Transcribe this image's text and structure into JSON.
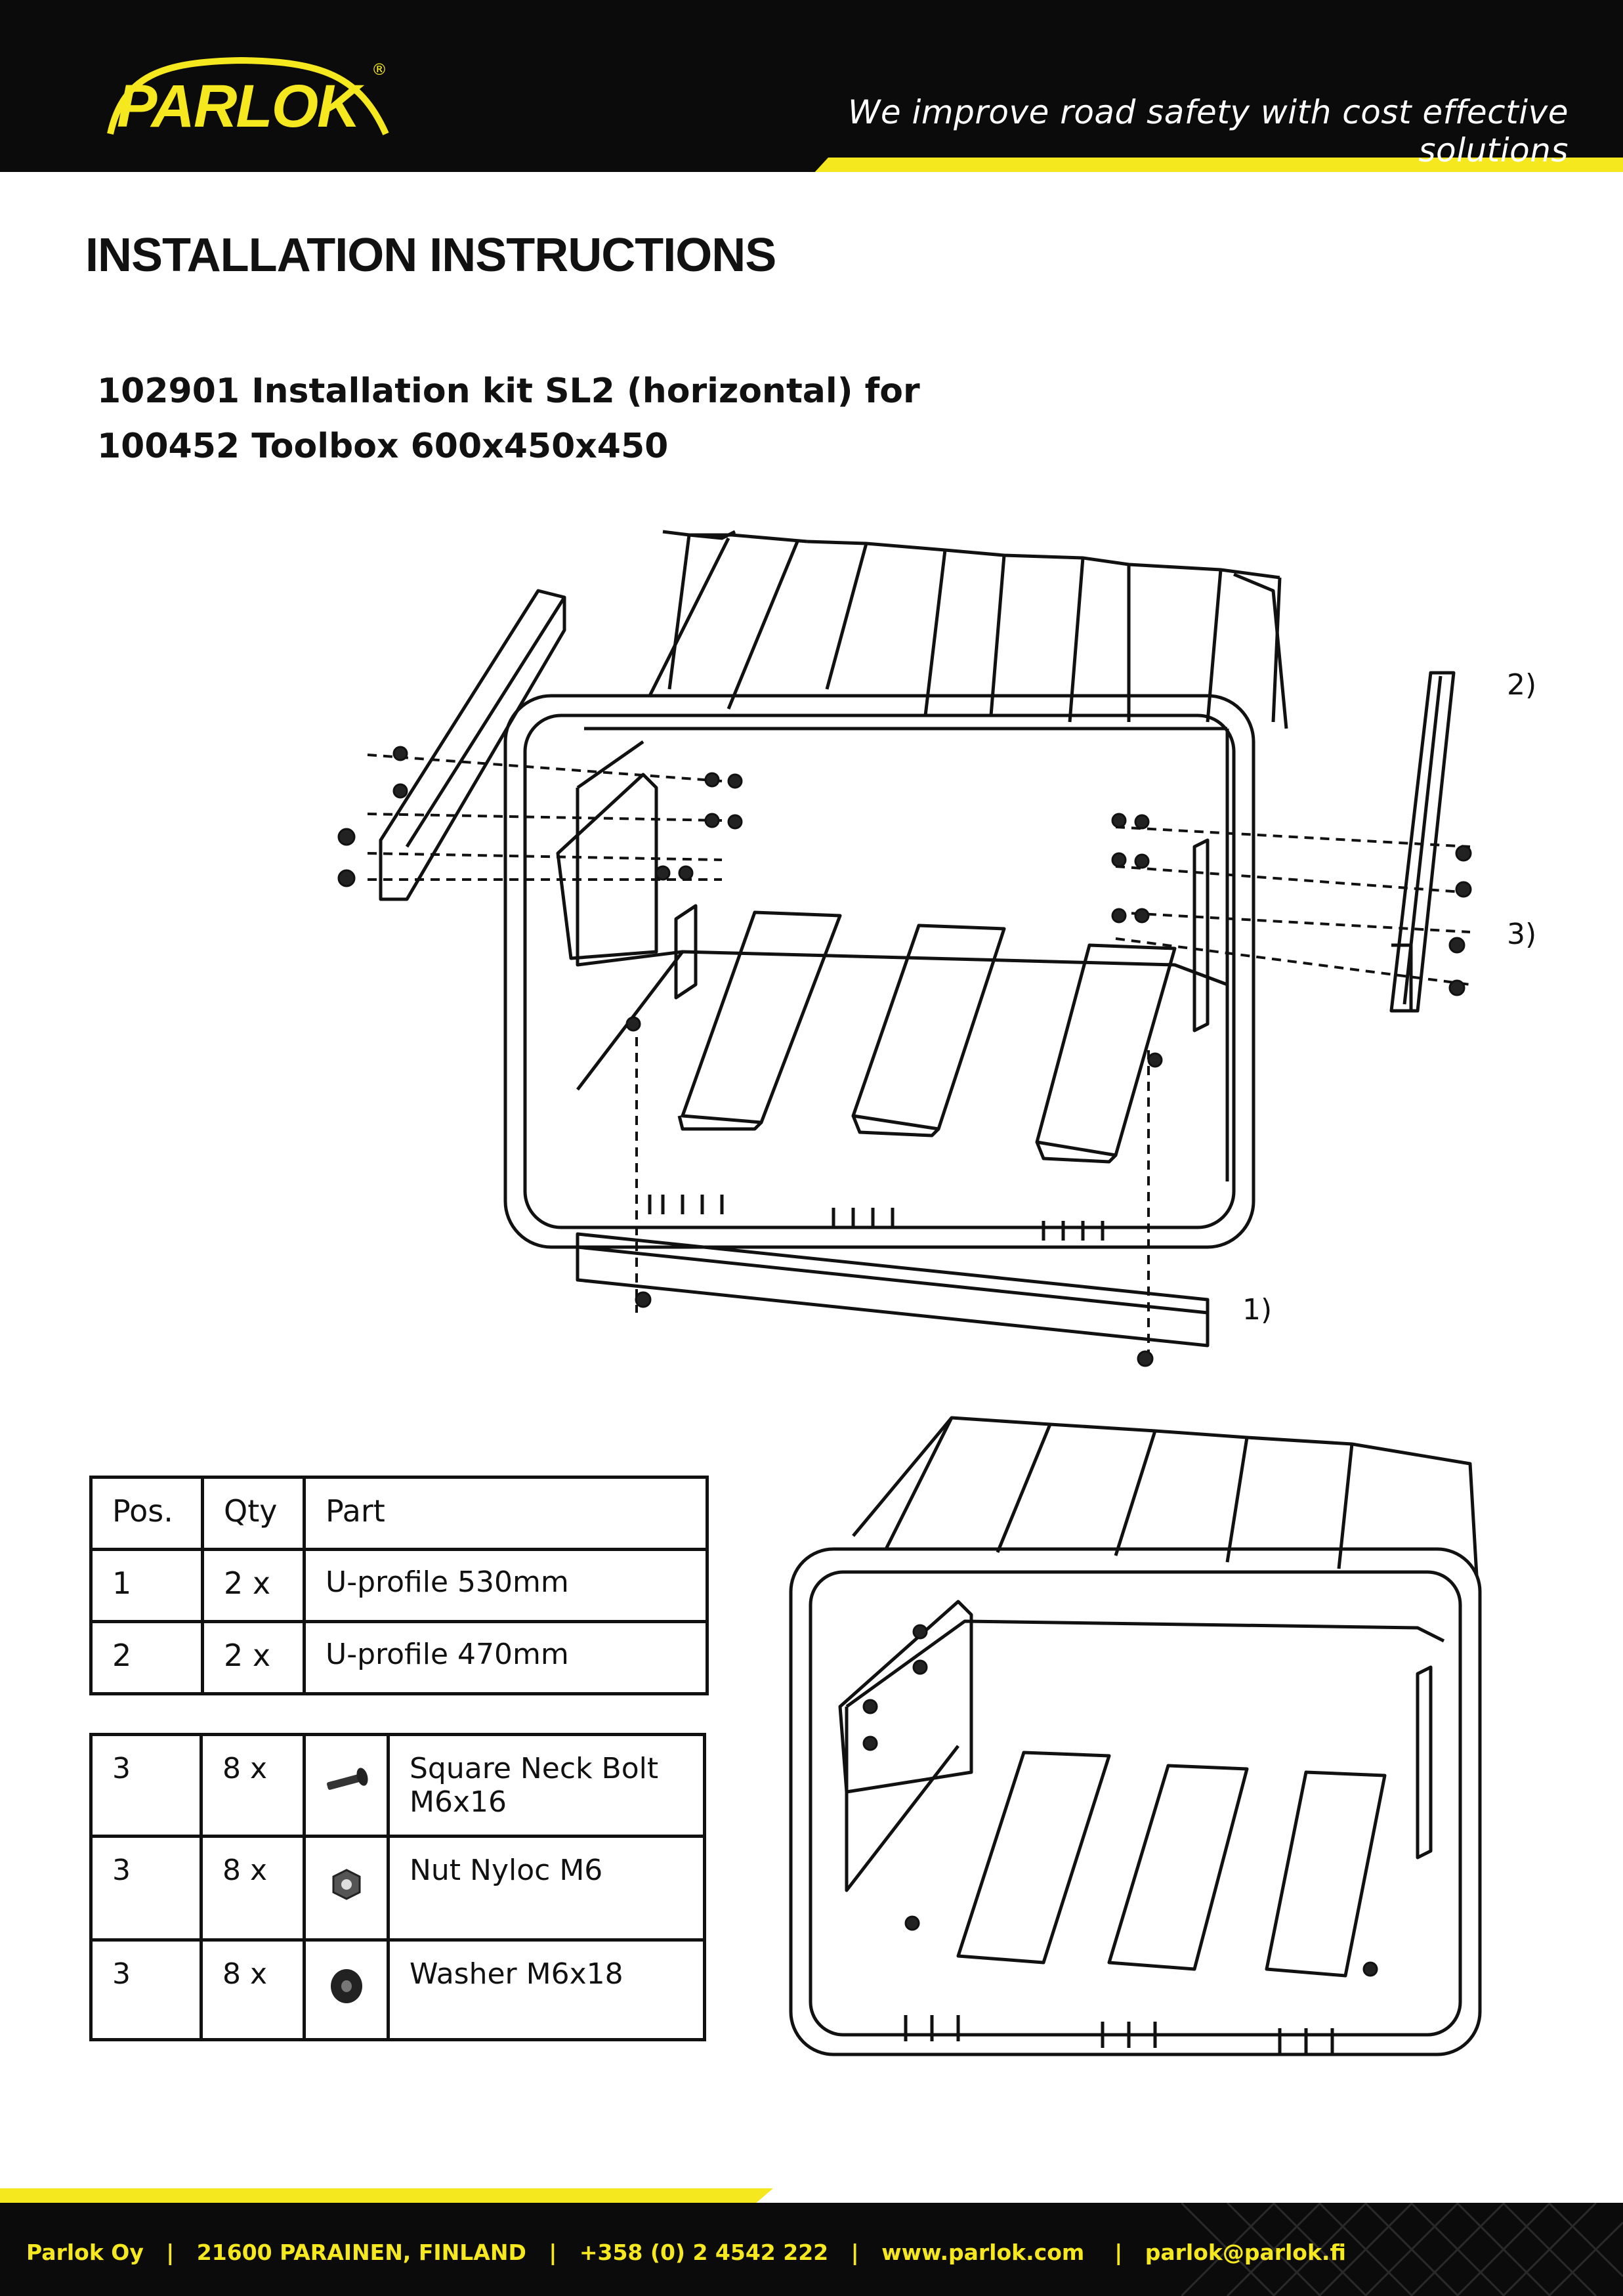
{
  "brand": {
    "logo_text": "PARLOK",
    "registered_mark": "®",
    "slogan": "We improve road safety with cost effective solutions"
  },
  "colors": {
    "brand_yellow": "#f6e81e",
    "header_black": "#0b0b0b"
  },
  "document": {
    "title": "INSTALLATION INSTRUCTIONS",
    "subtitle_line1": "102901 Installation kit SL2 (horizontal) for",
    "subtitle_line2": "100452 Toolbox 600x450x450"
  },
  "diagram": {
    "callouts": [
      "1)",
      "2)",
      "3)"
    ]
  },
  "parts_table": {
    "headers": [
      "Pos.",
      "Qty",
      "Part"
    ],
    "rows": [
      {
        "pos": "1",
        "qty": "2 x",
        "part": "U-profile 530mm"
      },
      {
        "pos": "2",
        "qty": "2 x",
        "part": "U-profile 470mm"
      }
    ]
  },
  "hardware_table": {
    "rows": [
      {
        "pos": "3",
        "qty": "8 x",
        "icon": "bolt-icon",
        "part_line1": "Square Neck Bolt",
        "part_line2": "M6x16"
      },
      {
        "pos": "3",
        "qty": "8 x",
        "icon": "nut-icon",
        "part_line1": "Nut Nyloc M6",
        "part_line2": ""
      },
      {
        "pos": "3",
        "qty": "8 x",
        "icon": "washer-icon",
        "part_line1": "Washer M6x18",
        "part_line2": ""
      }
    ]
  },
  "footer": {
    "text": "Parlok Oy   |   21600 PARAINEN, FINLAND   |   +358 (0) 2 4542 222   |   www.parlok.com    |   parlok@parlok.fi"
  }
}
